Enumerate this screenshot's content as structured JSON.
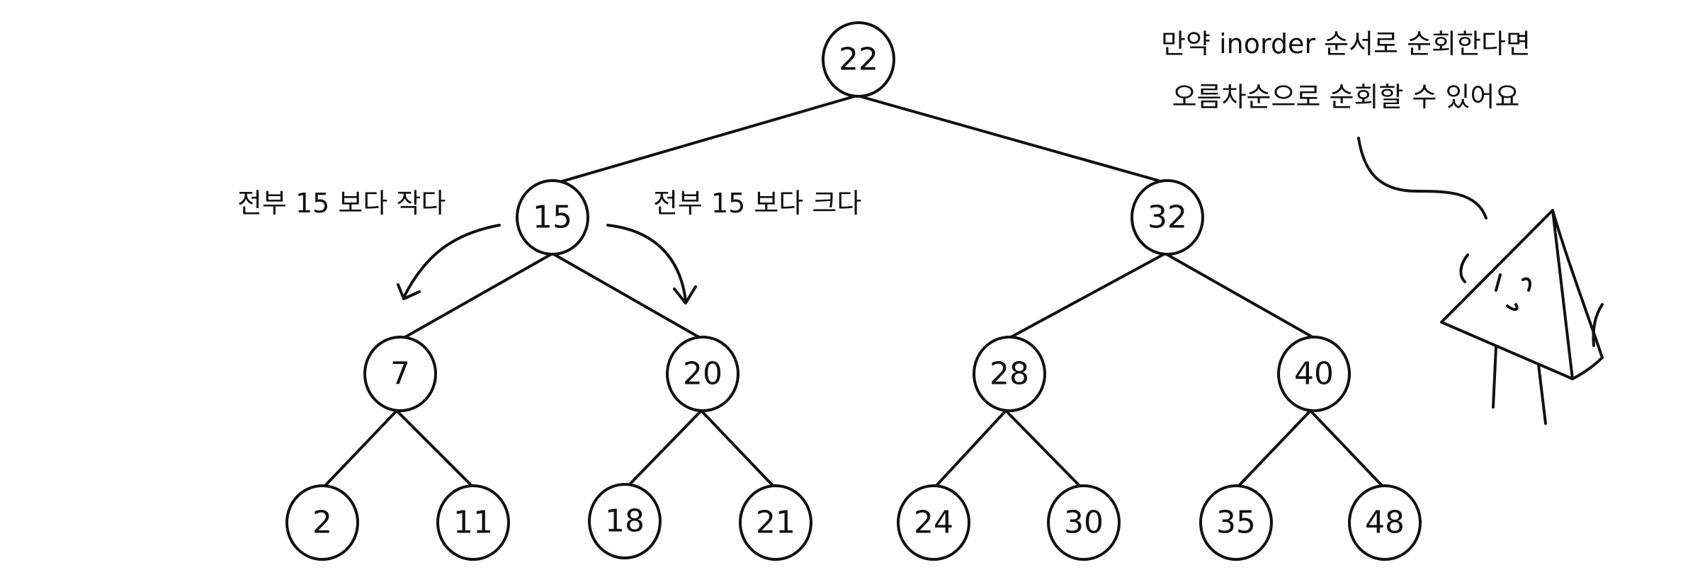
{
  "tree": {
    "root": "22",
    "level1": [
      "15",
      "32"
    ],
    "level2": [
      "7",
      "20",
      "28",
      "40"
    ],
    "level3": [
      "2",
      "11",
      "18",
      "21",
      "24",
      "30",
      "35",
      "48"
    ]
  },
  "annotations": {
    "left_subtree": "전부 15 보다 작다",
    "right_subtree": "전부 15 보다 크다"
  },
  "speech_bubble": {
    "line1": "만약 inorder 순서로 순회한다면",
    "line2": "오름차순으로 순회할 수 있어요"
  },
  "colors": {
    "ink": "#111111",
    "background": "#ffffff"
  }
}
